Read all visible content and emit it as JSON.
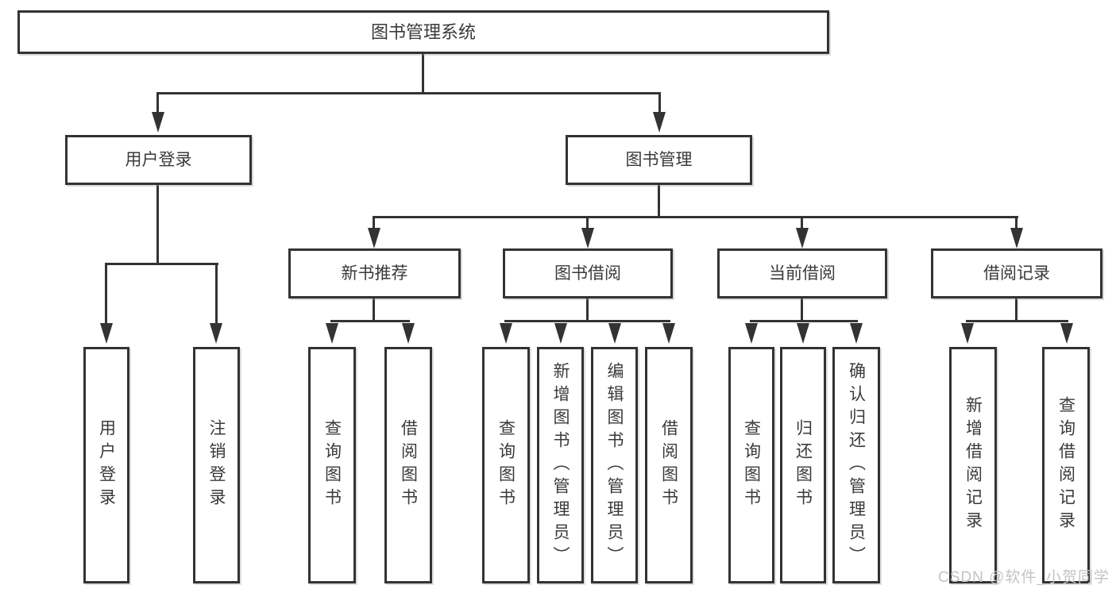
{
  "diagram": {
    "root": {
      "label": "图书管理系统"
    },
    "level1": [
      {
        "label": "用户登录"
      },
      {
        "label": "图书管理"
      }
    ],
    "level2": [
      {
        "label": "新书推荐"
      },
      {
        "label": "图书借阅"
      },
      {
        "label": "当前借阅"
      },
      {
        "label": "借阅记录"
      }
    ],
    "leaves": {
      "user_login": [
        "用户登录",
        "注销登录"
      ],
      "new_book_recommend": [
        "查询图书",
        "借阅图书"
      ],
      "book_borrow": [
        "查询图书",
        "新增图书（管理员）",
        "编辑图书（管理员）",
        "借阅图书"
      ],
      "current_borrow": [
        "查询图书",
        "归还图书",
        "确认归还（管理员）"
      ],
      "borrow_records": [
        "新增借阅记录",
        "查询借阅记录"
      ]
    }
  },
  "watermark": {
    "text": "CSDN @软件_小贺同学",
    "color": "#c3c3c3"
  },
  "colors": {
    "line": "#333333",
    "box_border": "#333333",
    "text": "#3a3a3a",
    "background": "#ffffff"
  }
}
